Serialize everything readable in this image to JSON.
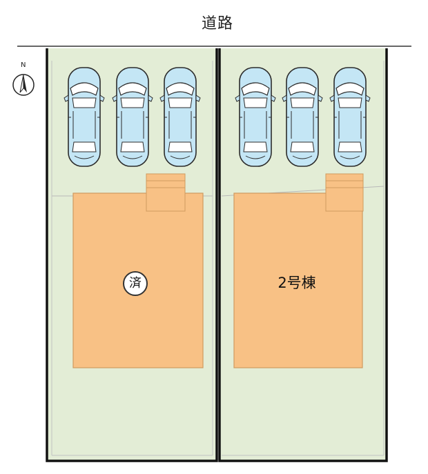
{
  "road": {
    "label": "道路"
  },
  "compass": {
    "north_letter": "N"
  },
  "lots": [
    {
      "id": "lot-1",
      "status_badge": "済",
      "parking_spaces": 3
    },
    {
      "id": "lot-2",
      "name": "2号棟",
      "parking_spaces": 3
    }
  ],
  "colors": {
    "lot_fill": "#e3edd6",
    "building_fill": "#f8c185",
    "building_border": "#cf9a5f",
    "car_body": "#c4e6f5",
    "boundary": "#111111"
  }
}
